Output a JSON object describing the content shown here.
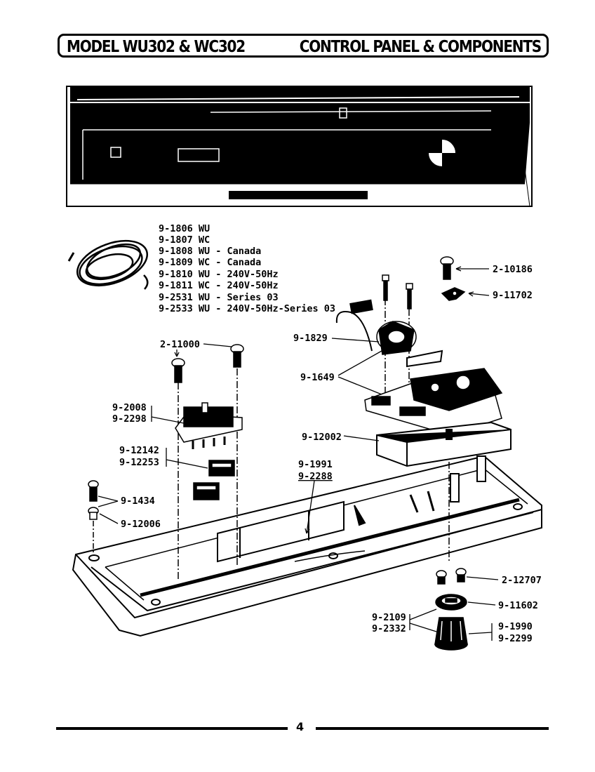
{
  "header": {
    "model": "MODEL WU302 & WC302",
    "section": "CONTROL PANEL & COMPONENTS"
  },
  "cord_list": [
    "9-1806 WU",
    "9-1807 WC",
    "9-1808 WU - Canada",
    "9-1809 WC - Canada",
    "9-1810 WU - 240V-50Hz",
    "9-1811 WC - 240V-50Hz",
    "9-2531 WU - Series 03",
    "9-2533 WU - 240V-50Hz-Series 03"
  ],
  "parts": {
    "p_2_10186": "2-10186",
    "p_9_11702": "9-11702",
    "p_9_1829": "9-1829",
    "p_2_11000": "2-11000",
    "p_9_1649": "9-1649",
    "p_9_2008": "9-2008",
    "p_9_2298": "9-2298",
    "p_9_12002": "9-12002",
    "p_9_12142": "9-12142",
    "p_9_12253": "9-12253",
    "p_9_1991": "9-1991",
    "p_9_2288": "9-2288",
    "p_9_1434": "9-1434",
    "p_9_12006": "9-12006",
    "p_2_12707": "2-12707",
    "p_9_11602": "9-11602",
    "p_9_2109": "9-2109",
    "p_9_2332": "9-2332",
    "p_9_1990": "9-1990",
    "p_9_2299": "9-2299"
  },
  "footer": {
    "page_number": "4"
  }
}
